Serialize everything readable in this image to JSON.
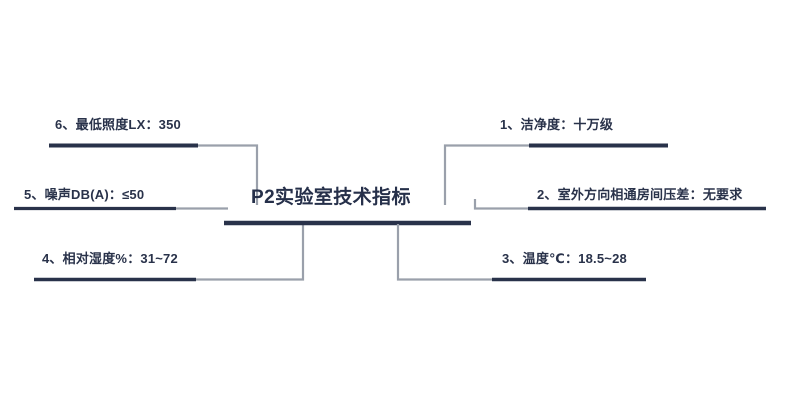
{
  "diagram": {
    "type": "horizontal-fishbone-outline",
    "title": "P2实验室技术指标",
    "accent_color": "#29324a",
    "connector_color": "#9aa0ab",
    "background_color": "#ffffff",
    "branches_right": [
      {
        "index": "1",
        "label": "1、洁净度：十万级"
      },
      {
        "index": "2",
        "label": "2、室外方向相通房间压差：无要求"
      },
      {
        "index": "3",
        "label": "3、温度℃：18.5~28"
      }
    ],
    "branches_left": [
      {
        "index": "6",
        "label": "6、最低照度LX：350"
      },
      {
        "index": "5",
        "label": "5、噪声DB(A)：≤50"
      },
      {
        "index": "4",
        "label": "4、相对湿度%：31~72"
      }
    ]
  }
}
